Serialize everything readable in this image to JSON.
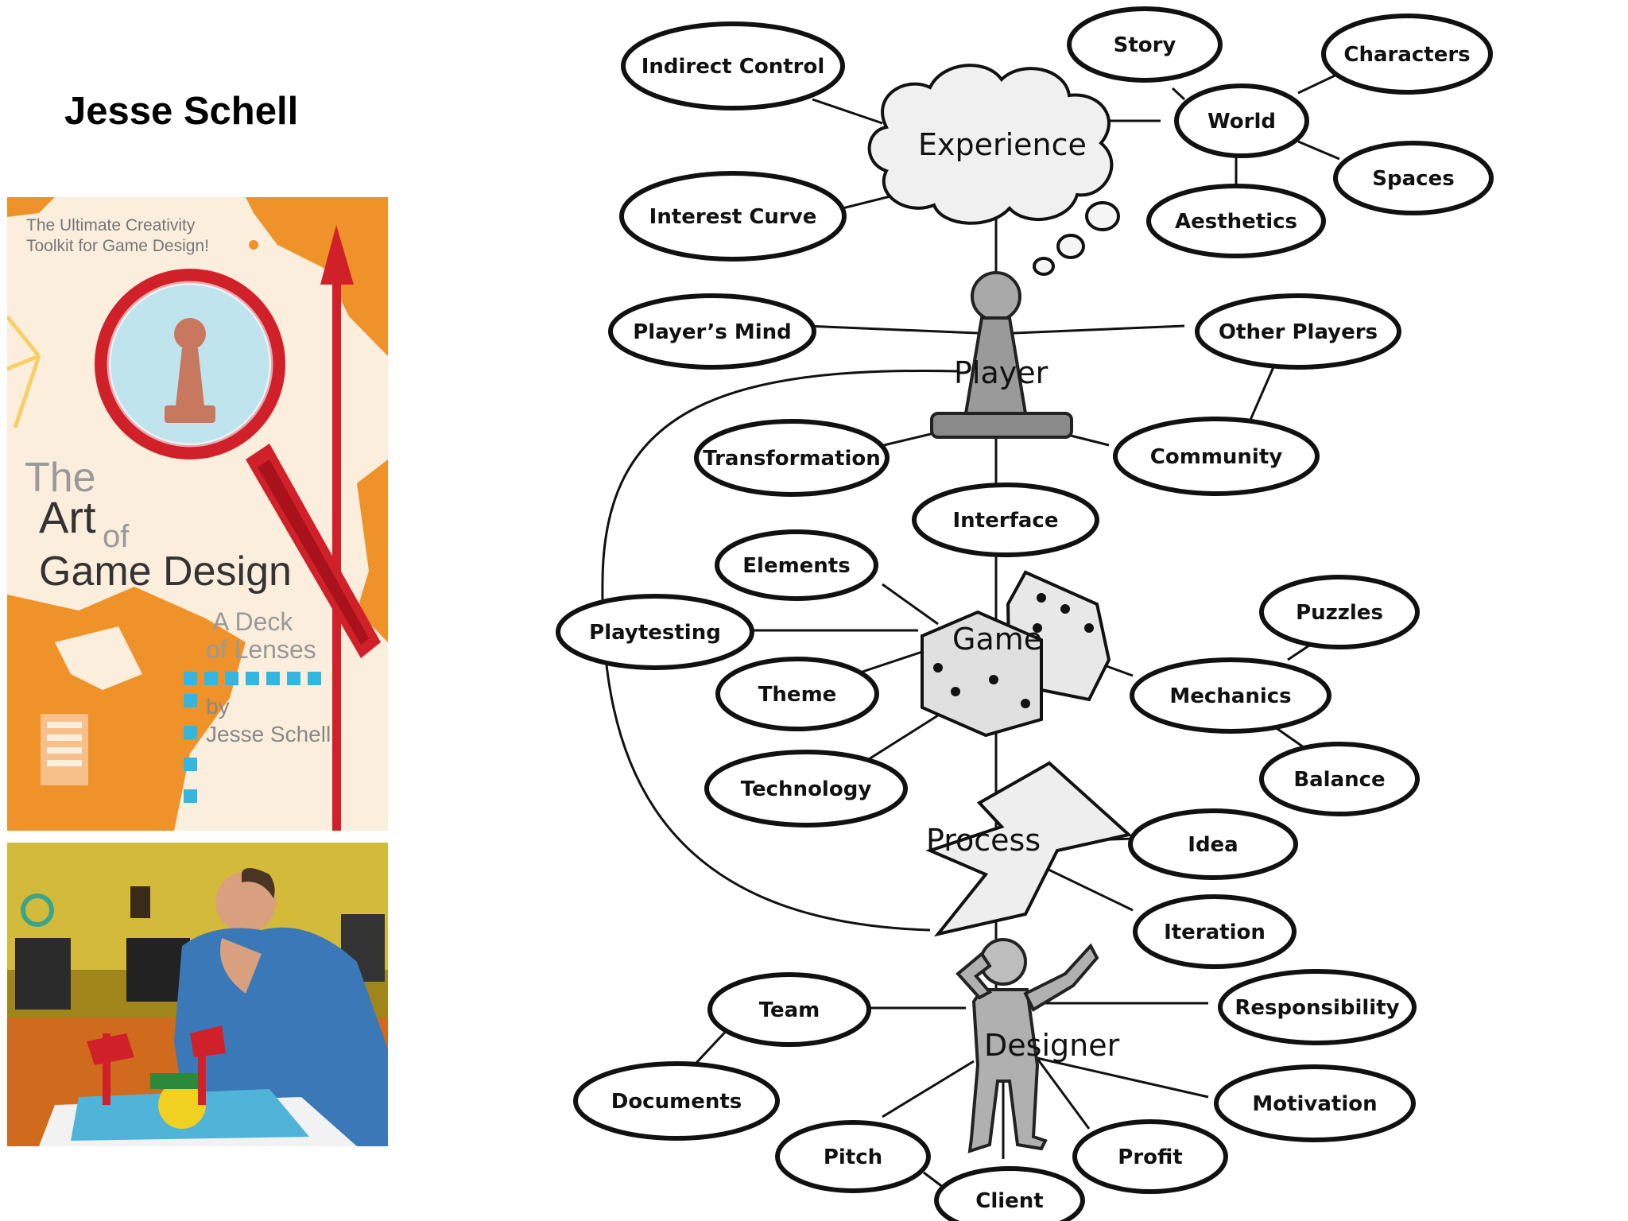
{
  "page": {
    "title": "Jesse Schell"
  },
  "cover": {
    "tagline_1": "The Ultimate Creativity",
    "tagline_2": "Toolkit for Game Design!",
    "title_1": "The",
    "title_2": "Art",
    "title_3": "of",
    "title_4": "Game Design",
    "sub_1": "A Deck",
    "sub_2": "of Lenses",
    "by": "by",
    "author": "Jesse Schell",
    "colors": {
      "orange": "#f0922a",
      "cream": "#fbeedd",
      "red": "#d0202a",
      "cyan": "#35b6e0"
    }
  },
  "diagram": {
    "hubs": {
      "experience": "Experience",
      "player": "Player",
      "game": "Game",
      "process": "Process",
      "designer": "Designer"
    },
    "nodes": {
      "indirect_control": "Indirect Control",
      "story": "Story",
      "characters": "Characters",
      "world": "World",
      "spaces": "Spaces",
      "aesthetics": "Aesthetics",
      "interest_curve": "Interest Curve",
      "players_mind": "Player’s Mind",
      "other_players": "Other Players",
      "transformation": "Transformation",
      "community": "Community",
      "interface": "Interface",
      "elements": "Elements",
      "puzzles": "Puzzles",
      "playtesting": "Playtesting",
      "theme": "Theme",
      "mechanics": "Mechanics",
      "technology": "Technology",
      "balance": "Balance",
      "idea": "Idea",
      "iteration": "Iteration",
      "team": "Team",
      "responsibility": "Responsibility",
      "documents": "Documents",
      "motivation": "Motivation",
      "pitch": "Pitch",
      "profit": "Profit",
      "client": "Client"
    }
  }
}
